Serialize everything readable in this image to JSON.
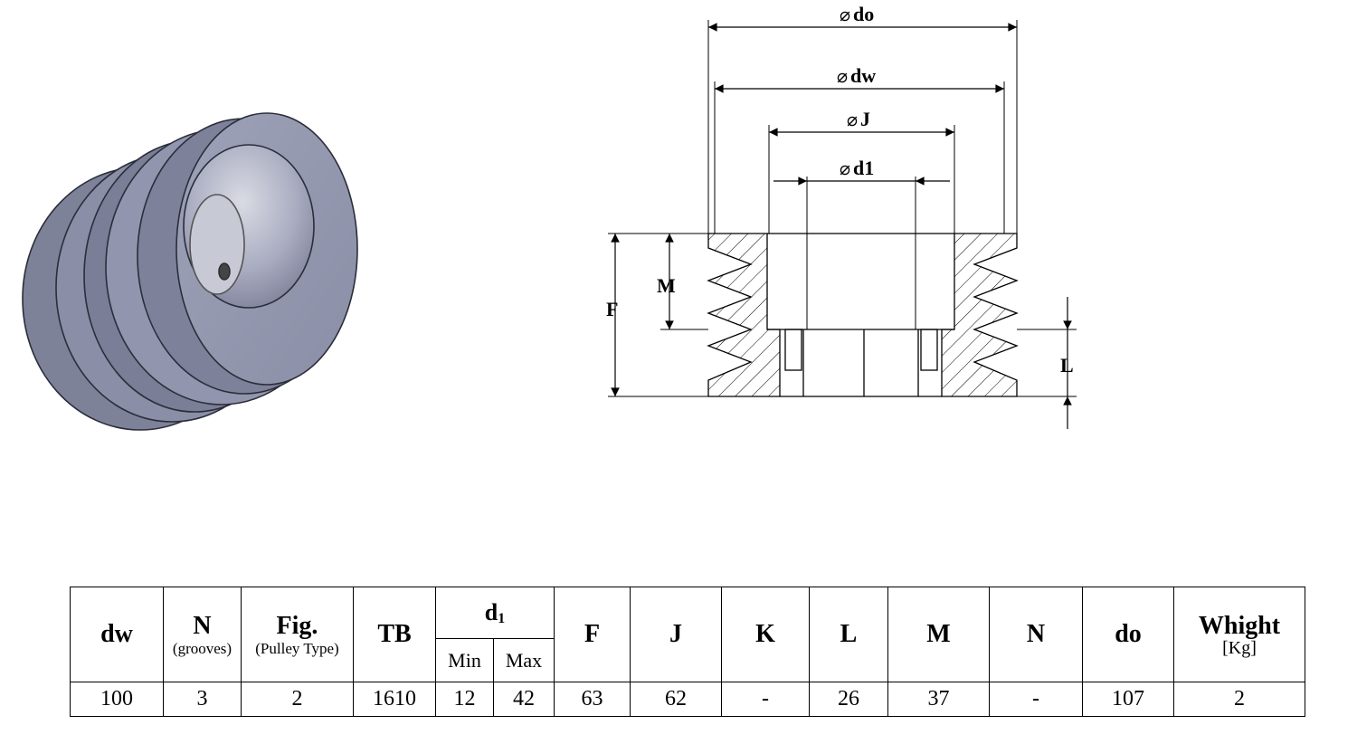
{
  "drawing": {
    "dim_do": "do",
    "dim_dw": "dw",
    "dim_J": "J",
    "dim_d1": "d1",
    "dim_M": "M",
    "dim_F": "F",
    "dim_L": "L"
  },
  "table": {
    "headers": {
      "dw": "dw",
      "N_grooves": "N",
      "N_grooves_sub": "(grooves)",
      "Fig": "Fig.",
      "Fig_sub": "(Pulley Type)",
      "TB": "TB",
      "d1": "d",
      "d1_sub": "1",
      "Min": "Min",
      "Max": "Max",
      "F": "F",
      "J": "J",
      "K": "K",
      "L": "L",
      "M": "M",
      "N": "N",
      "do": "do",
      "Whight": "Whight",
      "Whight_sub": "[Kg]"
    },
    "row": {
      "dw": "100",
      "N_grooves": "3",
      "Fig": "2",
      "TB": "1610",
      "Min": "12",
      "Max": "42",
      "F": "63",
      "J": "62",
      "K": "-",
      "L": "26",
      "M": "37",
      "N": "-",
      "do": "107",
      "Whight": "2"
    }
  },
  "colors": {
    "pulley_body": "#8c90a8",
    "pulley_shadow": "#6c7088",
    "pulley_edge": "#2b2d3a",
    "ink": "#000000"
  }
}
